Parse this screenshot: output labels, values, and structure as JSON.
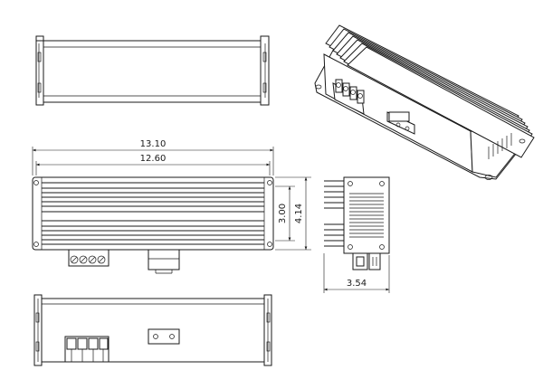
{
  "dimensions": {
    "overall_length": "13.10",
    "mount_length": "12.60",
    "inner_height": "3.00",
    "overall_height": "4.14",
    "side_width": "3.54"
  }
}
